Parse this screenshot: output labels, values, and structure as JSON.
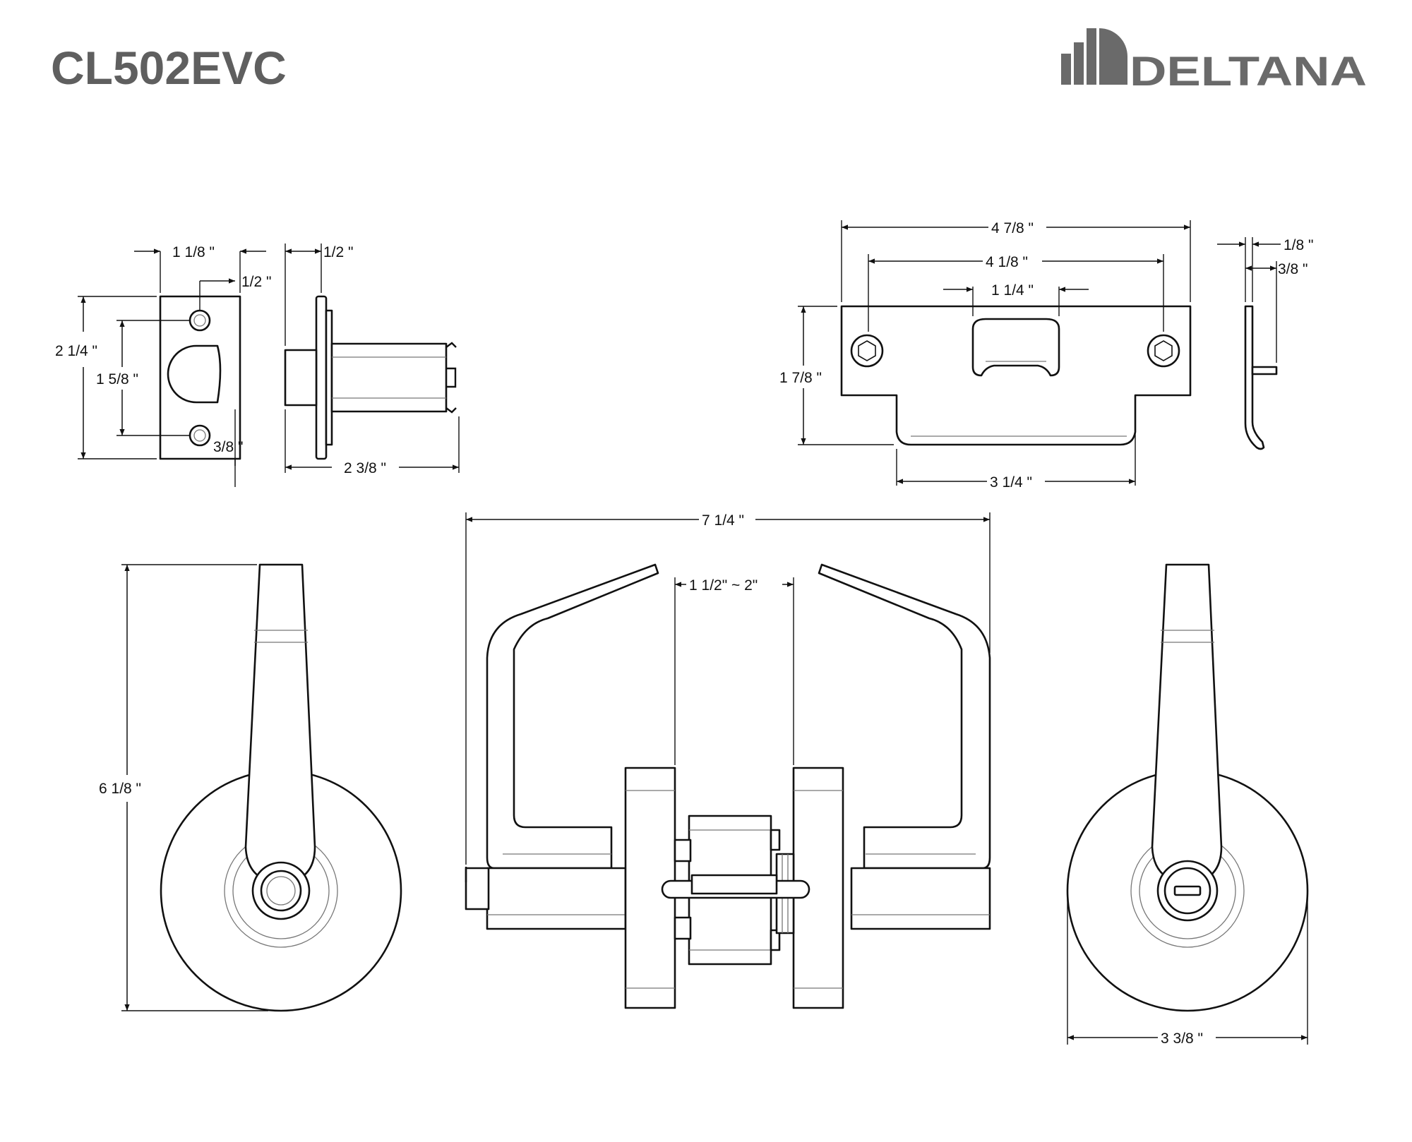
{
  "header": {
    "model": "CL502EVC",
    "brand": "DELTANA"
  },
  "latch_views": {
    "width": "1 1/8 \"",
    "hole_offset": "1/2 \"",
    "height": "2 1/4 \"",
    "hole_spacing": "1 5/8 \"",
    "edge_offset": "3/8 \"",
    "flange": "1/2 \"",
    "length": "2 3/8 \""
  },
  "strike_views": {
    "overall_width": "4 7/8 \"",
    "hole_spacing": "4 1/8 \"",
    "opening_width": "1 1/4 \"",
    "height": "1 7/8 \"",
    "lip_width": "3 1/4 \"",
    "thickness": "1/8 \"",
    "lip_depth": "3/8 \""
  },
  "lever_views": {
    "overall_width": "7 1/4 \"",
    "door_range": "1 1/2\" ~ 2\"",
    "height": "6 1/8 \"",
    "rose_diameter": "3 3/8 \""
  },
  "colors": {
    "title_gray": "#5f5f5f",
    "logo_gray": "#6a6a6a",
    "line": "#111111"
  }
}
